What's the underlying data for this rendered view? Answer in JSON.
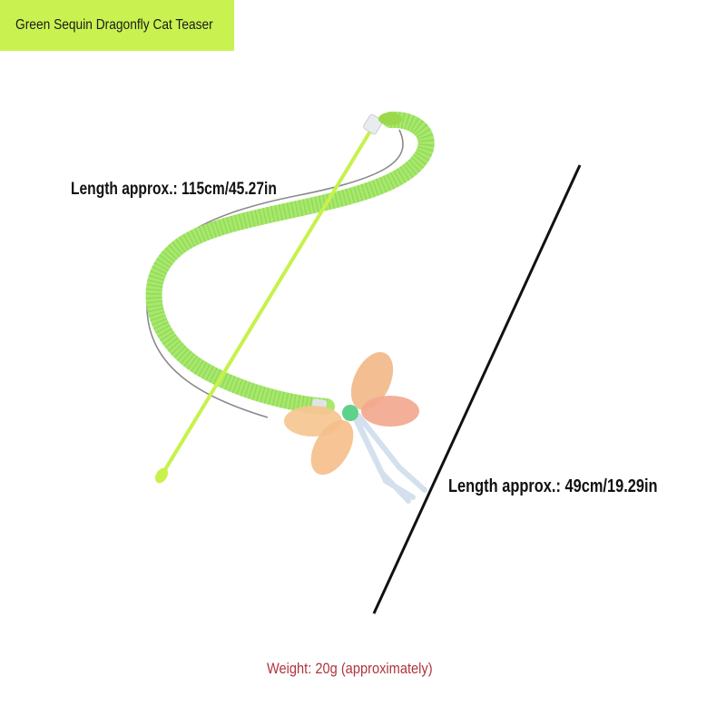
{
  "title": "Green Sequin Dragonfly Cat Teaser",
  "length_total": "Length approx.: 115cm/45.27in",
  "length_rod": "Length approx.: 49cm/19.29in",
  "weight": "Weight: 20g (approximately)",
  "colors": {
    "banner": "#c9f251",
    "rod": "#c6f24a",
    "tube": "#a8e86c",
    "wire": "#8a8a8a",
    "wing": "#f3b88a",
    "weight_text": "#b0343c"
  }
}
